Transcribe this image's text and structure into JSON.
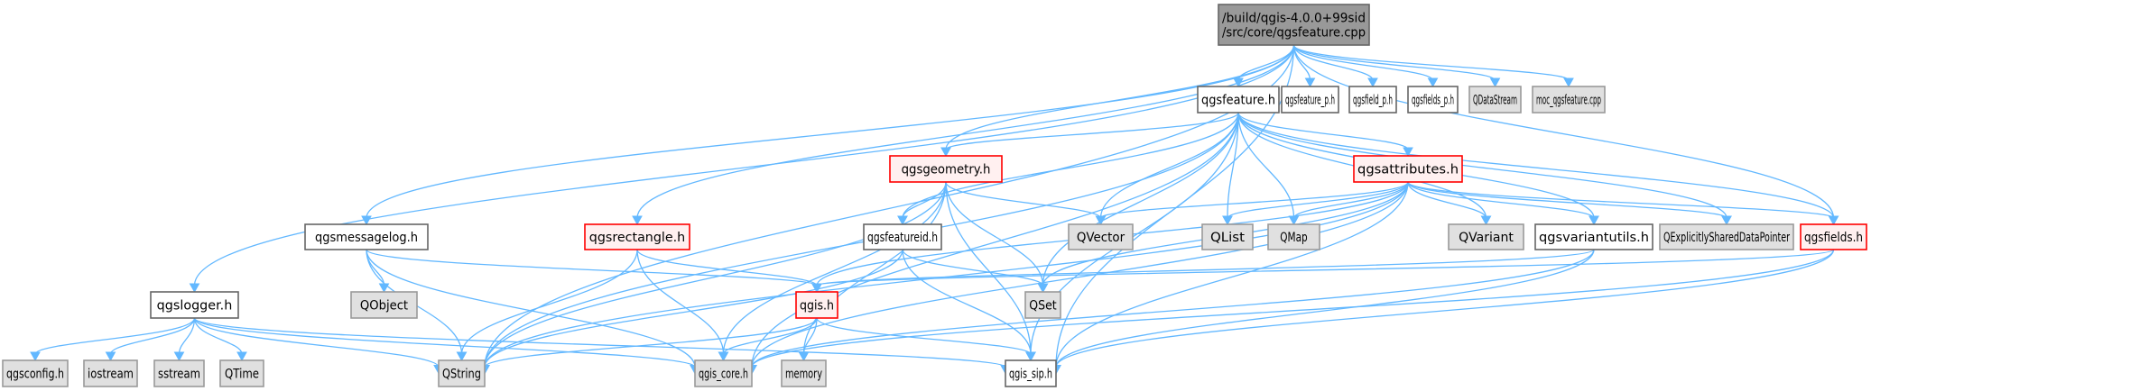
{
  "title": "Include dependency graph for qgsfeature.cpp",
  "colors": {
    "edge": "#63b8ff",
    "root_fill": "#999999",
    "root_border": "#666666",
    "local_fill": "#ffffff",
    "local_border": "#666666",
    "missing_fill": "#fff0f0",
    "missing_border": "#ff0000",
    "external_fill": "#e0e0e0",
    "external_border": "#999999"
  },
  "nodes": [
    {
      "id": "root",
      "lines": [
        "/build/qgis-4.0.0+99sid",
        "/src/core/qgsfeature.cpp"
      ],
      "kind": "root"
    },
    {
      "id": "qgsfeature_h",
      "lines": [
        "qgsfeature.h"
      ],
      "kind": "local"
    },
    {
      "id": "qgsfeature_p_h",
      "lines": [
        "qgsfeature_p.h"
      ],
      "kind": "local"
    },
    {
      "id": "qgsfield_p_h",
      "lines": [
        "qgsfield_p.h"
      ],
      "kind": "local"
    },
    {
      "id": "qgsfields_p_h",
      "lines": [
        "qgsfields_p.h"
      ],
      "kind": "local"
    },
    {
      "id": "QDataStream",
      "lines": [
        "QDataStream"
      ],
      "kind": "external"
    },
    {
      "id": "moc_qgsfeature_cpp",
      "lines": [
        "moc_qgsfeature.cpp"
      ],
      "kind": "external"
    },
    {
      "id": "qgsgeometry_h",
      "lines": [
        "qgsgeometry.h"
      ],
      "kind": "missing"
    },
    {
      "id": "qgsattributes_h",
      "lines": [
        "qgsattributes.h"
      ],
      "kind": "missing"
    },
    {
      "id": "qgsmessagelog_h",
      "lines": [
        "qgsmessagelog.h"
      ],
      "kind": "local"
    },
    {
      "id": "qgsrectangle_h",
      "lines": [
        "qgsrectangle.h"
      ],
      "kind": "missing"
    },
    {
      "id": "qgsfeatureid_h",
      "lines": [
        "qgsfeatureid.h"
      ],
      "kind": "local"
    },
    {
      "id": "QVector",
      "lines": [
        "QVector"
      ],
      "kind": "external"
    },
    {
      "id": "QList",
      "lines": [
        "QList"
      ],
      "kind": "external"
    },
    {
      "id": "QMap",
      "lines": [
        "QMap"
      ],
      "kind": "external"
    },
    {
      "id": "QVariant",
      "lines": [
        "QVariant"
      ],
      "kind": "external"
    },
    {
      "id": "qgsvariantutils_h",
      "lines": [
        "qgsvariantutils.h"
      ],
      "kind": "local"
    },
    {
      "id": "QExplicitlySharedDataPointer",
      "lines": [
        "QExplicitlySharedDataPointer"
      ],
      "kind": "external"
    },
    {
      "id": "qgsfields_h",
      "lines": [
        "qgsfields.h"
      ],
      "kind": "missing"
    },
    {
      "id": "qgslogger_h",
      "lines": [
        "qgslogger.h"
      ],
      "kind": "local"
    },
    {
      "id": "QObject",
      "lines": [
        "QObject"
      ],
      "kind": "external"
    },
    {
      "id": "qgis_h",
      "lines": [
        "qgis.h"
      ],
      "kind": "missing"
    },
    {
      "id": "QSet",
      "lines": [
        "QSet"
      ],
      "kind": "external"
    },
    {
      "id": "qgsconfig_h",
      "lines": [
        "qgsconfig.h"
      ],
      "kind": "external"
    },
    {
      "id": "iostream",
      "lines": [
        "iostream"
      ],
      "kind": "external"
    },
    {
      "id": "sstream",
      "lines": [
        "sstream"
      ],
      "kind": "external"
    },
    {
      "id": "QTime",
      "lines": [
        "QTime"
      ],
      "kind": "external"
    },
    {
      "id": "QString",
      "lines": [
        "QString"
      ],
      "kind": "external"
    },
    {
      "id": "qgis_core_h",
      "lines": [
        "qgis_core.h"
      ],
      "kind": "external"
    },
    {
      "id": "memory",
      "lines": [
        "memory"
      ],
      "kind": "external"
    },
    {
      "id": "qgis_sip_h",
      "lines": [
        "qgis_sip.h"
      ],
      "kind": "local"
    }
  ],
  "edges": [
    [
      "root",
      "qgsfeature_h"
    ],
    [
      "root",
      "qgsfeature_p_h"
    ],
    [
      "root",
      "qgsfield_p_h"
    ],
    [
      "root",
      "qgsfields_p_h"
    ],
    [
      "root",
      "QDataStream"
    ],
    [
      "root",
      "moc_qgsfeature_cpp"
    ],
    [
      "root",
      "qgsgeometry_h"
    ],
    [
      "root",
      "qgsrectangle_h"
    ],
    [
      "root",
      "qgsmessagelog_h"
    ],
    [
      "root",
      "qgslogger_h"
    ],
    [
      "root",
      "QString"
    ],
    [
      "root",
      "qgsfields_h"
    ],
    [
      "root",
      "qgis_sip_h"
    ],
    [
      "qgsfeature_h",
      "qgsgeometry_h"
    ],
    [
      "qgsfeature_h",
      "qgsattributes_h"
    ],
    [
      "qgsfeature_h",
      "qgsfeatureid_h"
    ],
    [
      "qgsfeature_h",
      "QVector"
    ],
    [
      "qgsfeature_h",
      "QList"
    ],
    [
      "qgsfeature_h",
      "QMap"
    ],
    [
      "qgsfeature_h",
      "QVariant"
    ],
    [
      "qgsfeature_h",
      "qgsvariantutils_h"
    ],
    [
      "qgsfeature_h",
      "QExplicitlySharedDataPointer"
    ],
    [
      "qgsfeature_h",
      "qgsfields_h"
    ],
    [
      "qgsfeature_h",
      "QSet"
    ],
    [
      "qgsfeature_h",
      "QString"
    ],
    [
      "qgsfeature_h",
      "qgis_core_h"
    ],
    [
      "qgsfeature_h",
      "qgis_sip_h"
    ],
    [
      "qgsgeometry_h",
      "qgsfeatureid_h"
    ],
    [
      "qgsgeometry_h",
      "QVector"
    ],
    [
      "qgsgeometry_h",
      "QSet"
    ],
    [
      "qgsgeometry_h",
      "QString"
    ],
    [
      "qgsgeometry_h",
      "qgis_core_h"
    ],
    [
      "qgsgeometry_h",
      "memory"
    ],
    [
      "qgsgeometry_h",
      "qgis_sip_h"
    ],
    [
      "qgsattributes_h",
      "QVector"
    ],
    [
      "qgsattributes_h",
      "QList"
    ],
    [
      "qgsattributes_h",
      "QMap"
    ],
    [
      "qgsattributes_h",
      "QVariant"
    ],
    [
      "qgsattributes_h",
      "qgsvariantutils_h"
    ],
    [
      "qgsattributes_h",
      "QExplicitlySharedDataPointer"
    ],
    [
      "qgsattributes_h",
      "qgsfields_h"
    ],
    [
      "qgsattributes_h",
      "QSet"
    ],
    [
      "qgsattributes_h",
      "QString"
    ],
    [
      "qgsattributes_h",
      "qgis_core_h"
    ],
    [
      "qgsattributes_h",
      "qgis_sip_h"
    ],
    [
      "qgsattributes_h",
      "qgis_h"
    ],
    [
      "qgsmessagelog_h",
      "QObject"
    ],
    [
      "qgsmessagelog_h",
      "qgis_h"
    ],
    [
      "qgsmessagelog_h",
      "QString"
    ],
    [
      "qgsmessagelog_h",
      "qgis_core_h"
    ],
    [
      "qgsrectangle_h",
      "qgis_h"
    ],
    [
      "qgsrectangle_h",
      "QString"
    ],
    [
      "qgsrectangle_h",
      "qgis_core_h"
    ],
    [
      "qgsfeatureid_h",
      "QSet"
    ],
    [
      "qgsfeatureid_h",
      "QString"
    ],
    [
      "qgsfeatureid_h",
      "qgis_sip_h"
    ],
    [
      "qgsvariantutils_h",
      "qgis_h"
    ],
    [
      "qgsvariantutils_h",
      "qgis_core_h"
    ],
    [
      "qgsvariantutils_h",
      "qgis_sip_h"
    ],
    [
      "qgsfields_h",
      "qgis_h"
    ],
    [
      "qgsfields_h",
      "qgis_core_h"
    ],
    [
      "qgsfields_h",
      "qgis_sip_h"
    ],
    [
      "qgis_h",
      "QString"
    ],
    [
      "qgis_h",
      "qgis_core_h"
    ],
    [
      "qgis_h",
      "memory"
    ],
    [
      "qgis_h",
      "qgis_sip_h"
    ],
    [
      "qgslogger_h",
      "qgsconfig_h"
    ],
    [
      "qgslogger_h",
      "iostream"
    ],
    [
      "qgslogger_h",
      "sstream"
    ],
    [
      "qgslogger_h",
      "QTime"
    ],
    [
      "qgslogger_h",
      "QString"
    ],
    [
      "qgslogger_h",
      "qgis_core_h"
    ],
    [
      "qgslogger_h",
      "qgis_sip_h"
    ]
  ]
}
